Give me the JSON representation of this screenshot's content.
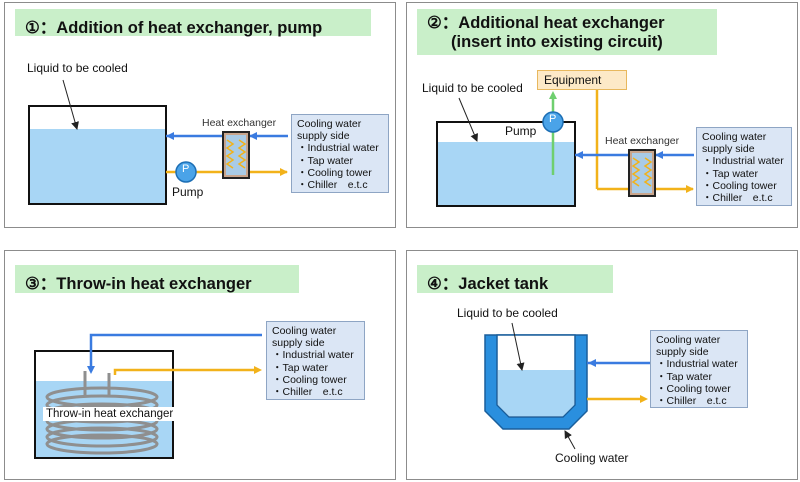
{
  "colors": {
    "title_bg": "#c9efc9",
    "water": "#a8d6f5",
    "cool_pipe": "#3a7be0",
    "warm_pipe": "#f2b21a",
    "pump": "#4aa3e8",
    "jacket": "#2a8fde",
    "infobox_bg": "#dbe6f5",
    "equipment_bg": "#fde9c7",
    "return_pipe": "#6fcf6f"
  },
  "panels": [
    {
      "title": "①：Addition of heat exchanger, pump",
      "liquid_label": "Liquid to be cooled",
      "hx_label": "Heat exchanger",
      "pump_symbol": "P",
      "pump_label": "Pump",
      "supply": {
        "heading1": "Cooling water",
        "heading2": "supply side",
        "items": [
          "・Industrial water",
          "・Tap water",
          "・Cooling tower",
          "・Chiller　e.t.c"
        ]
      }
    },
    {
      "title_line1": "②：Additional heat exchanger",
      "title_line2": "(insert into existing circuit)",
      "liquid_label": "Liquid to be cooled",
      "equipment_label": "Equipment",
      "pump_symbol": "P",
      "pump_label": "Pump",
      "hx_label": "Heat exchanger",
      "supply": {
        "heading1": "Cooling water",
        "heading2": "supply side",
        "items": [
          "・Industrial water",
          "・Tap water",
          "・Cooling tower",
          "・Chiller　e.t.c"
        ]
      }
    },
    {
      "title": "③：Throw-in heat exchanger",
      "hx_label": "Throw-in heat exchanger",
      "supply": {
        "heading1": "Cooling water",
        "heading2": "supply side",
        "items": [
          "・Industrial water",
          "・Tap water",
          "・Cooling tower",
          "・Chiller　e.t.c"
        ]
      }
    },
    {
      "title": "④：Jacket tank",
      "liquid_label": "Liquid to be cooled",
      "cooling_label": "Cooling water",
      "supply": {
        "heading1": "Cooling water",
        "heading2": "supply side",
        "items": [
          "・Industrial water",
          "・Tap water",
          "・Cooling tower",
          "・Chiller　e.t.c"
        ]
      }
    }
  ]
}
